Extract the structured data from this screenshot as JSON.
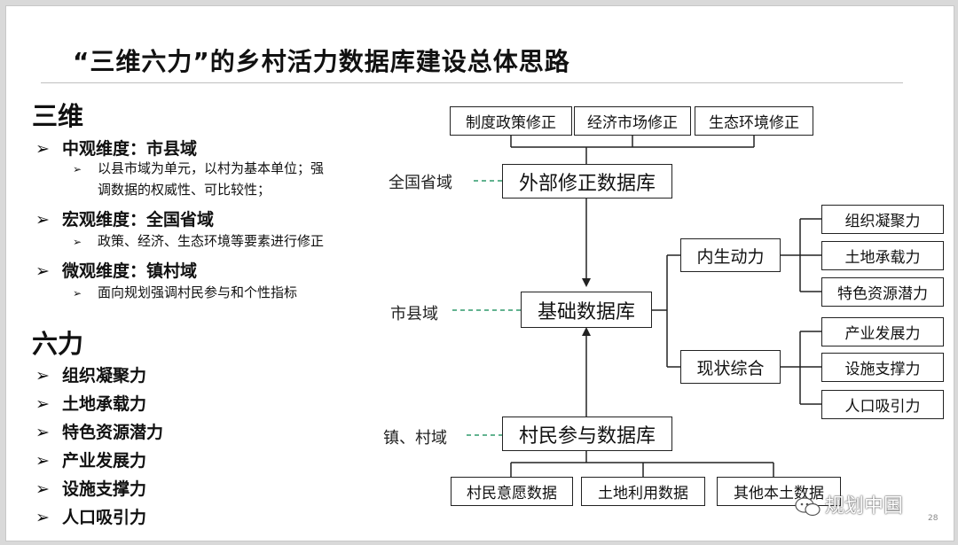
{
  "slide": {
    "title": "“三维六力”的乡村活力数据库建设总体思路",
    "page_number": "28",
    "watermark": "规划中国"
  },
  "left": {
    "dimensions_heading": "三维",
    "dimensions": [
      {
        "label": "中观维度：市县域",
        "sub": "以县市域为单元，以村为基本单位；强",
        "sub2": "调数据的权威性、可比较性；"
      },
      {
        "label": "宏观维度：全国省域",
        "sub": "政策、经济、生态环境等要素进行修正"
      },
      {
        "label": "微观维度：镇村域",
        "sub": "面向规划强调村民参与和个性指标"
      }
    ],
    "forces_heading": "六力",
    "forces": [
      "组织凝聚力",
      "土地承载力",
      "特色资源潜力",
      "产业发展力",
      "设施支撑力",
      "人口吸引力"
    ],
    "bullet_marker": "➢"
  },
  "diagram": {
    "top_inputs": [
      "制度政策修正",
      "经济市场修正",
      "生态环境修正"
    ],
    "external_db": "外部修正数据库",
    "base_db": "基础数据库",
    "villager_db": "村民参与数据库",
    "bottom_inputs": [
      "村民意愿数据",
      "土地利用数据",
      "其他本土数据"
    ],
    "scale_labels": {
      "external": "全国省域",
      "base": "市县域",
      "villager": "镇、村域"
    },
    "branches": [
      {
        "label": "内生动力",
        "leaves": [
          "组织凝聚力",
          "土地承载力",
          "特色资源潜力"
        ]
      },
      {
        "label": "现状综合",
        "leaves": [
          "产业发展力",
          "设施支撑力",
          "人口吸引力"
        ]
      }
    ],
    "colors": {
      "dashed_connector": "#2e9a6b",
      "box_border": "#222222"
    }
  }
}
